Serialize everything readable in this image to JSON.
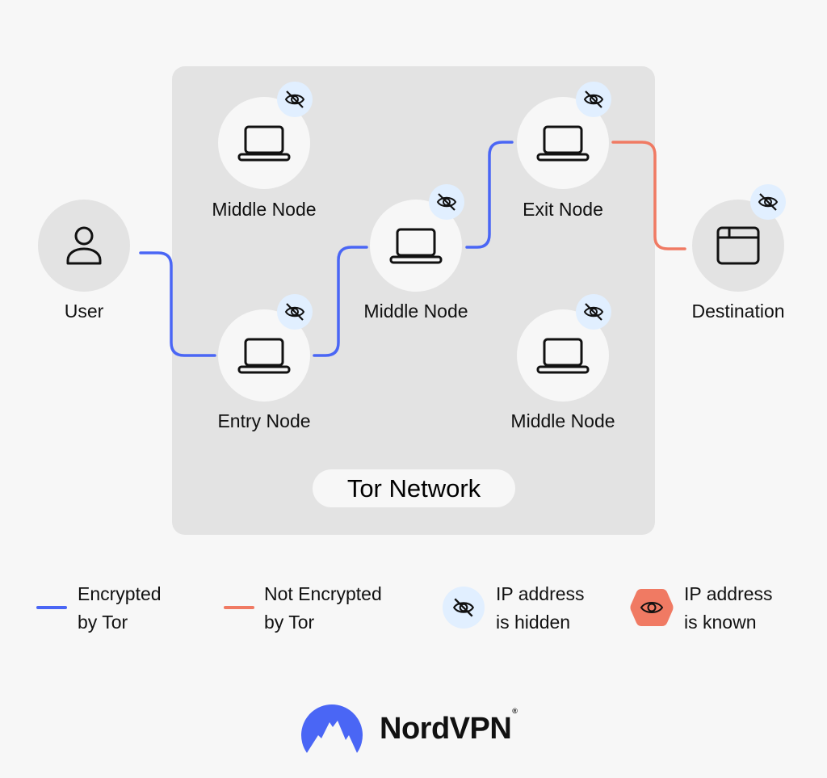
{
  "network": {
    "title": "Tor Network"
  },
  "nodes": [
    {
      "id": "user",
      "label": "User",
      "icon": "user-icon",
      "hidden_badge": false
    },
    {
      "id": "middle-top",
      "label": "Middle Node",
      "icon": "laptop-icon",
      "hidden_badge": true
    },
    {
      "id": "entry",
      "label": "Entry Node",
      "icon": "laptop-icon",
      "hidden_badge": true
    },
    {
      "id": "middle-center",
      "label": "Middle Node",
      "icon": "laptop-icon",
      "hidden_badge": true
    },
    {
      "id": "exit",
      "label": "Exit Node",
      "icon": "laptop-icon",
      "hidden_badge": true
    },
    {
      "id": "middle-bottom",
      "label": "Middle Node",
      "icon": "laptop-icon",
      "hidden_badge": true
    },
    {
      "id": "destination",
      "label": "Destination",
      "icon": "browser-window-icon",
      "hidden_badge": true
    }
  ],
  "connections": [
    {
      "from": "user",
      "to": "entry",
      "type": "encrypted"
    },
    {
      "from": "entry",
      "to": "middle-center",
      "type": "encrypted"
    },
    {
      "from": "middle-center",
      "to": "exit",
      "type": "encrypted"
    },
    {
      "from": "exit",
      "to": "destination",
      "type": "not-encrypted"
    }
  ],
  "legend": {
    "encrypted": {
      "line1": "Encrypted",
      "line2": "by Tor"
    },
    "not_encrypted": {
      "line1": "Not Encrypted",
      "line2": "by Tor"
    },
    "hidden": {
      "line1": "IP address",
      "line2": "is hidden",
      "icon": "eye-off-icon"
    },
    "known": {
      "line1": "IP address",
      "line2": "is known",
      "icon": "eye-icon"
    }
  },
  "colors": {
    "encrypted": "#4a66f5",
    "not_encrypted": "#f07a63",
    "hidden_badge": "#e1efff",
    "known_badge": "#f07a63",
    "brand": "#4a66f5"
  },
  "brand": {
    "name": "NordVPN",
    "registered": "®"
  }
}
